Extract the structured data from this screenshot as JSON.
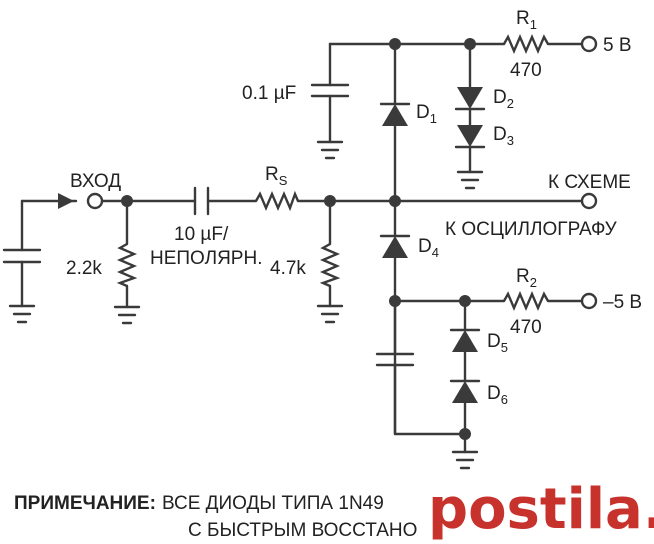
{
  "labels": {
    "input": "ВХОД",
    "r1": "R",
    "r1_sub": "1",
    "r1_value": "470",
    "plus5": "5 В",
    "cap_top": "0.1 µF",
    "d1": "D",
    "d1_sub": "1",
    "d2": "D",
    "d2_sub": "2",
    "d3": "D",
    "d3_sub": "3",
    "rs": "R",
    "rs_sub": "S",
    "to_circuit": "К СХЕМЕ",
    "to_scope": "К ОСЦИЛЛОГРАФУ",
    "cap_in_value": "10 µF/",
    "cap_in_type": "НЕПОЛЯРН.",
    "r_in": "2.2k",
    "r_shunt": "4.7k",
    "d4": "D",
    "d4_sub": "4",
    "r2": "R",
    "r2_sub": "2",
    "r2_value": "470",
    "minus5": "–5 В",
    "d5": "D",
    "d5_sub": "5",
    "d6": "D",
    "d6_sub": "6"
  },
  "note": {
    "title": "ПРИМЕЧАНИЕ:",
    "line1": "ВСЕ ДИОДЫ ТИПА 1N49",
    "line2": "С БЫСТРЫМ ВОССТАНО"
  },
  "watermark": "postila.ru",
  "colors": {
    "ink": "#3a3a3a",
    "watermark": "#c8322c"
  }
}
